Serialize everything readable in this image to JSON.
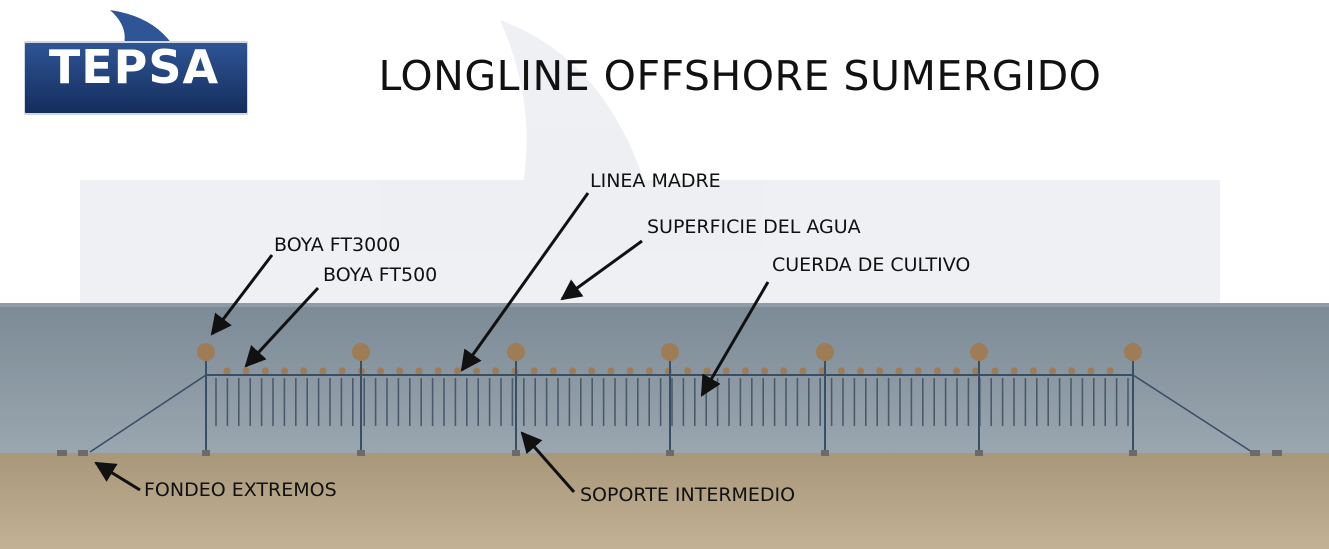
{
  "logo": {
    "text": "TEPSA"
  },
  "title": "LONGLINE OFFSHORE SUMERGIDO",
  "labels": {
    "linea_madre": "LINEA MADRE",
    "superficie": "SUPERFICIE DEL AGUA",
    "boya_ft3000": "BOYA FT3000",
    "boya_ft500": "BOYA FT500",
    "cuerda_cultivo": "CUERDA DE CULTIVO",
    "fondeo_extremos": "FONDEO EXTREMOS",
    "soporte_intermedio": "SOPORTE INTERMEDIO"
  },
  "colors": {
    "water": "#7d8d98",
    "seabed": "#b09e80",
    "buoy": "#9e7c55",
    "line": "#3a4e66",
    "logo_bg": "#1f3f7a",
    "arrow": "#111111"
  },
  "icons": {
    "logo_fin": "shark-fin-icon"
  }
}
